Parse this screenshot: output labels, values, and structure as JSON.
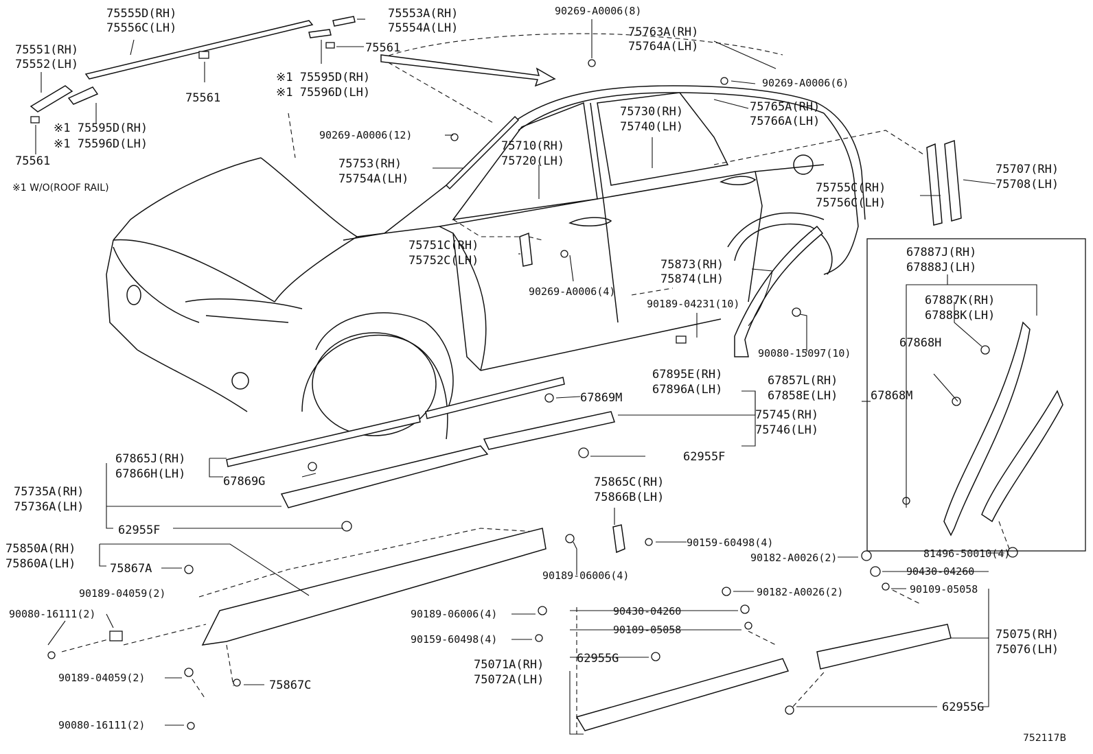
{
  "diagram_id": "752117B",
  "footnote": "※1 W/O(ROOF RAIL)",
  "callouts": {
    "c01": "75555D(RH)",
    "c02": "75556C(LH)",
    "c03": "75553A(RH)",
    "c04": "75554A(LH)",
    "c05": "75551(RH)",
    "c06": "75552(LH)",
    "c07": "75561",
    "c08": "75561",
    "c09": "※1 75595D(RH)",
    "c10": "※1 75596D(LH)",
    "c11": "※1 75595D(RH)",
    "c12": "※1 75596D(LH)",
    "c13": "75561",
    "c14": "90269-A0006(8)",
    "c15": "75763A(RH)",
    "c16": "75764A(LH)",
    "c17": "90269-A0006(6)",
    "c18": "75730(RH)",
    "c19": "75740(LH)",
    "c20": "75765A(RH)",
    "c21": "75766A(LH)",
    "c22": "90269-A0006(12)",
    "c23": "75710(RH)",
    "c24": "75720(LH)",
    "c25": "75753(RH)",
    "c26": "75754A(LH)",
    "c27": "75707(RH)",
    "c28": "75708(LH)",
    "c29": "75755C(RH)",
    "c30": "75756C(LH)",
    "c31": "75751C(RH)",
    "c32": "75752C(LH)",
    "c33": "75873(RH)",
    "c34": "75874(LH)",
    "c35": "90269-A0006(4)",
    "c36": "90189-04231(10)",
    "c37": "90080-15097(10)",
    "c38": "67887J(RH)",
    "c39": "67888J(LH)",
    "c40": "67887K(RH)",
    "c41": "67888K(LH)",
    "c42": "67868H",
    "c43": "67857L(RH)",
    "c44": "67858E(LH)",
    "c45": "67868M",
    "c46": "67895E(RH)",
    "c47": "67896A(LH)",
    "c48": "67869M",
    "c49": "75745(RH)",
    "c50": "75746(LH)",
    "c51": "62955F",
    "c52": "67865J(RH)",
    "c53": "67866H(LH)",
    "c54": "67869G",
    "c55": "75735A(RH)",
    "c56": "75736A(LH)",
    "c57": "62955F",
    "c58": "75865C(RH)",
    "c59": "75866B(LH)",
    "c60": "90159-60498(4)",
    "c61": "75850A(RH)",
    "c62": "75860A(LH)",
    "c63": "75867A",
    "c64": "90189-06006(4)",
    "c65": "90182-A0026(2)",
    "c66": "81496-50010(4)",
    "c67": "90430-04260",
    "c68": "90109-05058",
    "c69": "90189-04059(2)",
    "c70": "90182-A0026(2)",
    "c71": "90080-16111(2)",
    "c72": "90189-06006(4)",
    "c73": "90430-04260",
    "c74": "90109-05058",
    "c75": "90159-60498(4)",
    "c76": "75075(RH)",
    "c77": "75076(LH)",
    "c78": "62955G",
    "c79": "90189-04059(2)",
    "c80": "75867C",
    "c81": "75071A(RH)",
    "c82": "75072A(LH)",
    "c83": "62955G",
    "c84": "90080-16111(2)"
  }
}
